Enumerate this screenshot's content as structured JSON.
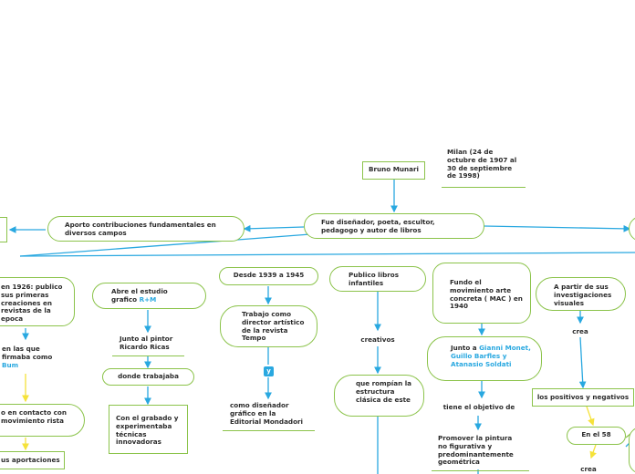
{
  "colors": {
    "line_blue": "#29a8e0",
    "border_green": "#8bc34a",
    "line_yellow": "#f5e23a",
    "highlight": "#29a8e0"
  },
  "root": {
    "name": "Bruno Munari"
  },
  "birth": "Milan (24 de octubre de 1907 al 30 de septiembre de 1998)",
  "main": "Fue diseñador, poeta, escultor, pedagogo y autor de libros",
  "contrib": "Aporto contribuciones fundamentales en diversos campos",
  "col1": {
    "n1": "en 1926: publico sus primeras creaciones en revistas de la epoca",
    "n2": "en las que firmaba como",
    "n2_hl": "Bum",
    "n3": "o en contacto con movimiento rista",
    "n4": "us aportaciones"
  },
  "col2": {
    "n1": "Abre el estudio grafico",
    "n1_hl": "R+M",
    "n2": "Junto al pintor Ricardo Ricas",
    "n3": "donde trabajaba",
    "n4": "Con el grabado y experimentaba técnicas innovadoras"
  },
  "col3": {
    "n1": "Desde 1939 a 1945",
    "n2": "Trabajo como director artístico de la revista Tempo",
    "badge": "y",
    "n3": "como diseñador gráfico en la Editorial Mondadori"
  },
  "col4": {
    "n1": "Publico libros infantiles",
    "n2": "creativos",
    "n3": "que rompían la estructura clásica de este"
  },
  "col5": {
    "n1": "Fundo el movimiento arte concreta ( MAC ) en 1940",
    "n2": "Junto a",
    "n2_hl": "Gianni Monet, Guillo Barfles y Atanasio Soldati",
    "n3": "tiene el objetivo de",
    "n4": "Promover la pintura no figurativa y predominantemente geométrica"
  },
  "col6": {
    "n1": "A partir de sus investigaciones visuales",
    "n2": "crea",
    "n3": "los positivos y negativos",
    "n4": "En el 58",
    "n5": "crea"
  }
}
